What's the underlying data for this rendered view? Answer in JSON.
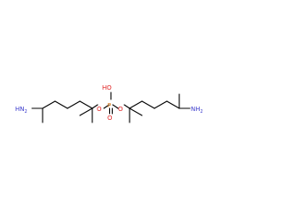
{
  "molecule": {
    "colors": {
      "bond": "#000000",
      "nitrogen": "#3a3acc",
      "oxygen": "#e02020",
      "phosphorus": "#e08020",
      "hydrogen": "#000000"
    },
    "labels": {
      "amine_left_n": "N",
      "amine_left_h": "H",
      "amine_left_sub": "2",
      "amine_right_n": "N",
      "amine_right_h": "H",
      "amine_right_sub": "2",
      "ester_o_left": "O",
      "ester_o_right": "O",
      "hydroxyl_h": "H",
      "hydroxyl_o": "O",
      "phosphorus": "P",
      "phosphoryl_o": "O"
    }
  }
}
